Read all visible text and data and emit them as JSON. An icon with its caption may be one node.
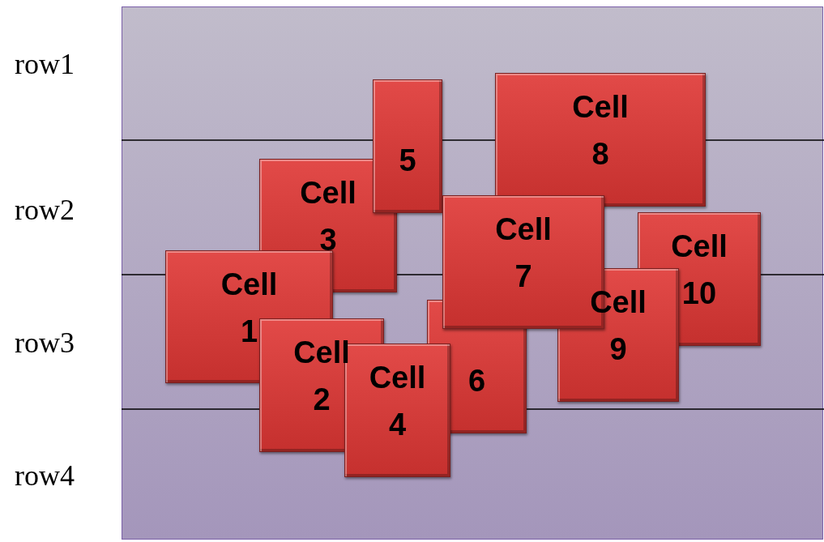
{
  "diagram": {
    "nodes": [
      {
        "text": [
          "Cell 1"
        ]
      },
      {
        "text": [
          "Cell 2"
        ]
      },
      {
        "text": [
          "Cell 3"
        ]
      },
      {
        "text": [
          "Cell 4"
        ]
      },
      {
        "text": [
          "5"
        ]
      },
      {
        "text": [
          "6"
        ]
      },
      {
        "text": [
          "Cell 7"
        ]
      },
      {
        "text": [
          "Cell 8"
        ]
      },
      {
        "text": [
          "Cell 9"
        ]
      },
      {
        "text": [
          "Cell 10"
        ]
      }
    ],
    "edges": [],
    "labels": [
      "row1",
      "row2",
      "row3",
      "row4"
    ]
  }
}
